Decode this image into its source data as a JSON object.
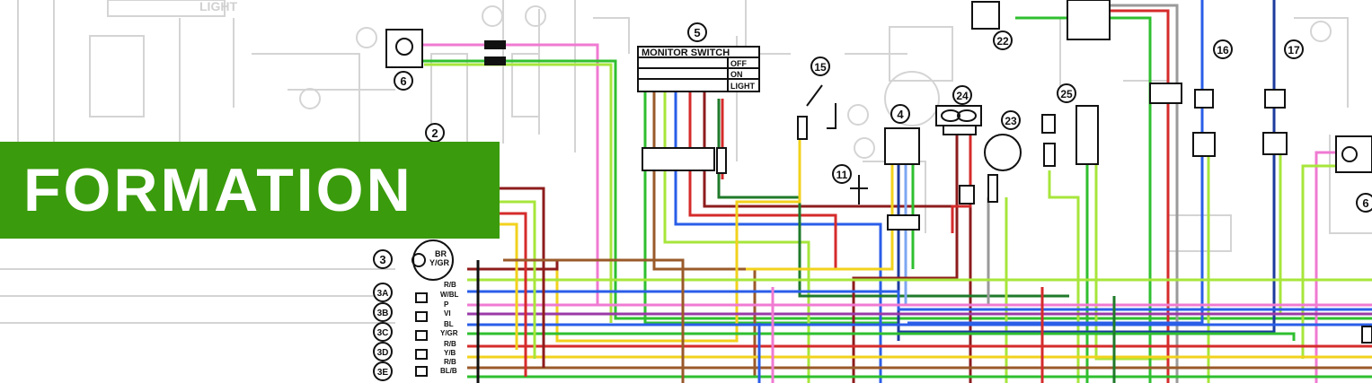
{
  "banner": {
    "title": "FORMATION",
    "accent_color": "#3a9b0c"
  },
  "diagram": {
    "monitor_switch": {
      "title": "MONITOR SWITCH",
      "positions": [
        "OFF",
        "ON",
        "LIGHT"
      ]
    },
    "component_labels": [
      "2",
      "3",
      "3A",
      "3B",
      "3C",
      "3D",
      "3E",
      "4",
      "5",
      "6",
      "6",
      "11",
      "15",
      "16",
      "17",
      "22",
      "23",
      "24",
      "25"
    ],
    "connector_wire_codes": {
      "c3": [
        "BR",
        "Y/GR"
      ],
      "c3a": [
        "R/B",
        "W/BL"
      ],
      "c3b": [
        "P",
        "VI"
      ],
      "c3c": [
        "BL",
        "Y/GR"
      ],
      "c3d": [
        "R/B",
        "Y/B"
      ],
      "c3e": [
        "R/B",
        "BL/B"
      ]
    },
    "wire_colors": {
      "pink": "#f07ad2",
      "green": "#2fbf2f",
      "lime": "#a7e63b",
      "yellow": "#f2d21c",
      "red": "#d52b2b",
      "dark_red": "#8e1c1c",
      "blue": "#2a5ee8",
      "navy": "#1c3b9e",
      "brown": "#9a5a2a",
      "purple": "#9a3aa8",
      "light_blue": "#7ea6f2",
      "gray": "#9a9a9a",
      "dark_green": "#1f7a2a"
    }
  }
}
